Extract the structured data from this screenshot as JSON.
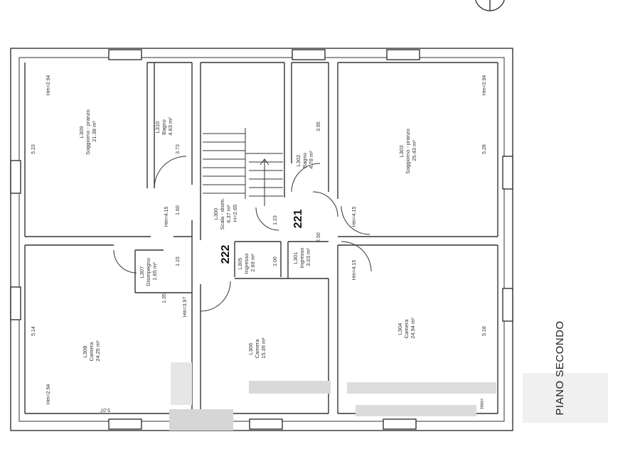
{
  "plan": {
    "floor_label": "PIANO SECONDO",
    "stair_labels": [
      "222",
      "221"
    ],
    "rooms": [
      {
        "code": "L309",
        "name": "Soggiorno - pranzo",
        "area": "21.38 m²"
      },
      {
        "code": "L310",
        "name": "Bagno",
        "area": "4.63 m²"
      },
      {
        "code": "L300",
        "name": "Scala - disim.",
        "area": "6.37 m²",
        "height": "H=2.65"
      },
      {
        "code": "L302",
        "name": "Bagno",
        "area": "4.78 m²"
      },
      {
        "code": "L303",
        "name": "Soggiorno - pranzo",
        "area": "25.43 m²"
      },
      {
        "code": "L307",
        "name": "Disimpegno",
        "area": "1.65 m²"
      },
      {
        "code": "L305",
        "name": "Ingresso",
        "area": "2.69 m²"
      },
      {
        "code": "L301",
        "name": "Ingresso",
        "area": "3.03 m²"
      },
      {
        "code": "L308",
        "name": "Camera",
        "area": "24.25 m²"
      },
      {
        "code": "L306",
        "name": "Camera",
        "area": "15.39 m²"
      },
      {
        "code": "L304",
        "name": "Camera",
        "area": "24.94 m²"
      }
    ],
    "dimensions": [
      "5.23",
      "3.73",
      "1.60",
      "1.15",
      "5.14",
      "5.28",
      "3.95",
      "1.23",
      "2.50",
      "1.00",
      "5.18",
      "1.35",
      "5.07"
    ],
    "heights": [
      "Hm=2.94",
      "Hm=2.94",
      "Hm=2.94",
      "Hm=4.15",
      "Hm=4.15",
      "Hm=4.15",
      "Hm=3.97",
      "Hm="
    ]
  }
}
